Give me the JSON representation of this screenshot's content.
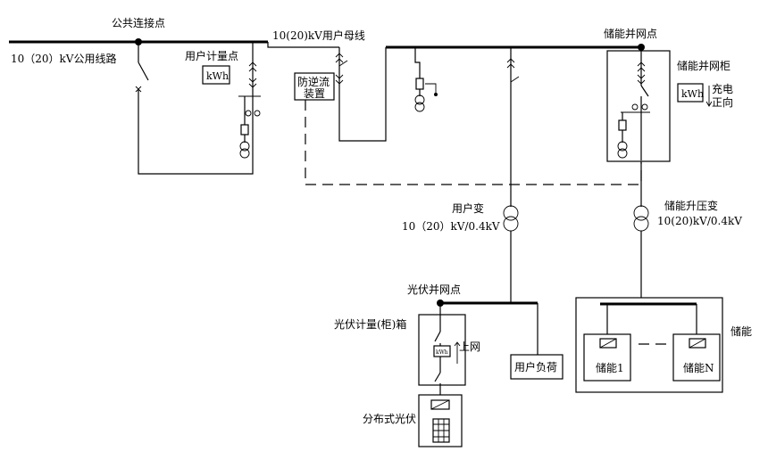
{
  "labels": {
    "public_line": "10（20）kV公用线路",
    "public_point": "公共连接点",
    "user_meter_point": "用户计量点",
    "user_bus": "10(20)kV用户母线",
    "anti_reverse_1": "防逆流",
    "anti_reverse_2": "装置",
    "storage_grid_point": "储能并网点",
    "storage_cabinet": "储能并网柜",
    "charge_dir_1": "充电",
    "charge_dir_2": "正向",
    "user_transformer": "用户变",
    "user_transformer_rating": "10（20）kV/0.4kV",
    "storage_transformer": "储能升压变",
    "storage_transformer_rating": "10(20)kV/0.4kV",
    "pv_grid_point": "光伏并网点",
    "pv_meter_box": "光伏计量(柜)箱",
    "grid_feed": "上网",
    "user_load": "用户负荷",
    "distributed_pv": "分布式光伏",
    "storage": "储能",
    "storage_1": "储能1",
    "storage_n": "储能N",
    "kwh": "kWh",
    "kwh_small": "kWh"
  }
}
